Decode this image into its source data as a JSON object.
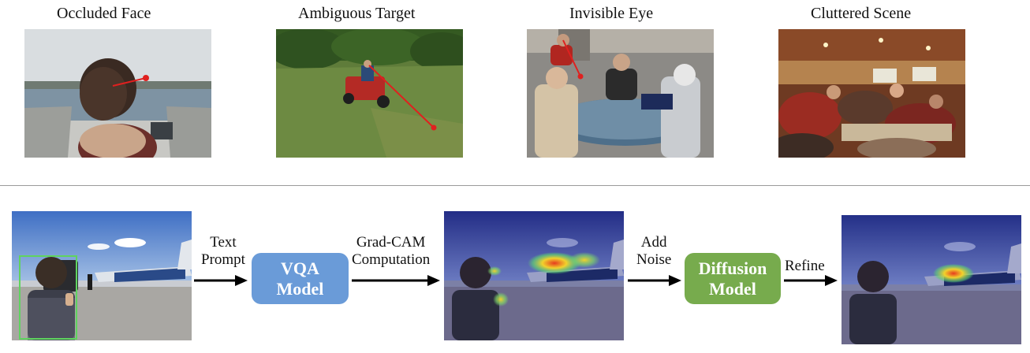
{
  "top_row": {
    "captions": [
      "Occluded Face",
      "Ambiguous Target",
      "Invisible Eye",
      "Cluttered Scene"
    ]
  },
  "pipeline": {
    "text_prompt": [
      "Text",
      "Prompt"
    ],
    "vqa_model": [
      "VQA",
      "Model"
    ],
    "gradcam": [
      "Grad-CAM",
      "Computation"
    ],
    "add_noise": [
      "Add",
      "Noise"
    ],
    "diffusion_model": [
      "Diffusion",
      "Model"
    ],
    "refine": "Refine"
  },
  "colors": {
    "vqa_box": "#6a9bd8",
    "diffusion_box": "#77ab4d",
    "gaze_line": "#e0201f",
    "bbox": "#5fd35f"
  }
}
